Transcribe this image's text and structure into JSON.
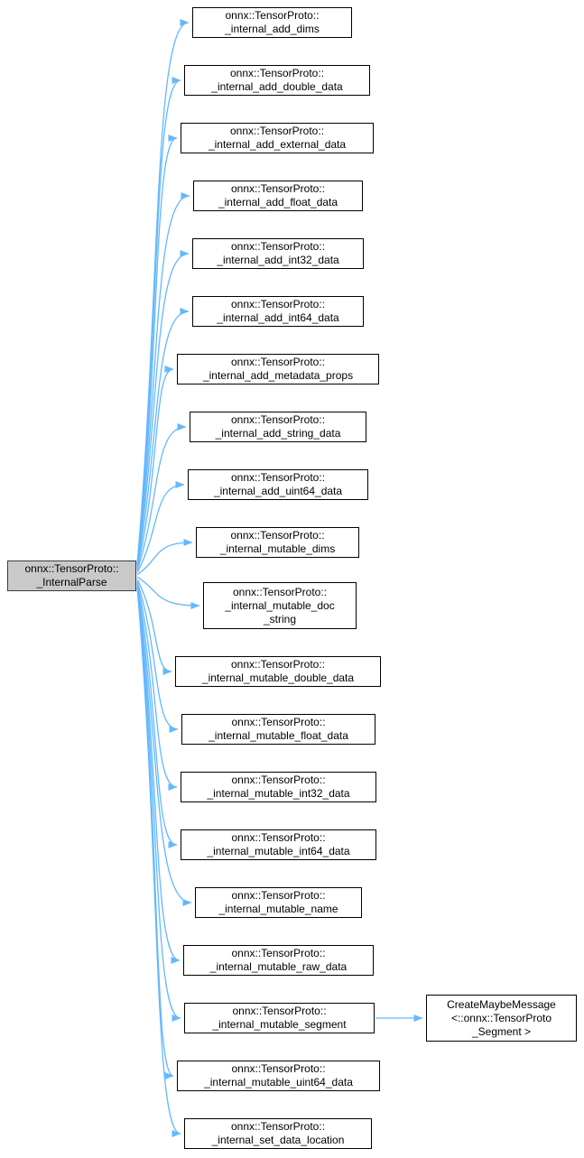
{
  "style": {
    "edge_color": "#63b8ff",
    "root_fill": "#c9c9c9",
    "node_fill": "#ffffff",
    "node_border": "#000000"
  },
  "root": {
    "lines": [
      "onnx::TensorProto::",
      "_InternalParse"
    ]
  },
  "nodes": [
    {
      "id": "add-dims",
      "lines": [
        "onnx::TensorProto::",
        "_internal_add_dims"
      ]
    },
    {
      "id": "add-double-data",
      "lines": [
        "onnx::TensorProto::",
        "_internal_add_double_data"
      ]
    },
    {
      "id": "add-external-data",
      "lines": [
        "onnx::TensorProto::",
        "_internal_add_external_data"
      ]
    },
    {
      "id": "add-float-data",
      "lines": [
        "onnx::TensorProto::",
        "_internal_add_float_data"
      ]
    },
    {
      "id": "add-int32-data",
      "lines": [
        "onnx::TensorProto::",
        "_internal_add_int32_data"
      ]
    },
    {
      "id": "add-int64-data",
      "lines": [
        "onnx::TensorProto::",
        "_internal_add_int64_data"
      ]
    },
    {
      "id": "add-metadata-props",
      "lines": [
        "onnx::TensorProto::",
        "_internal_add_metadata_props"
      ]
    },
    {
      "id": "add-string-data",
      "lines": [
        "onnx::TensorProto::",
        "_internal_add_string_data"
      ]
    },
    {
      "id": "add-uint64-data",
      "lines": [
        "onnx::TensorProto::",
        "_internal_add_uint64_data"
      ]
    },
    {
      "id": "mutable-dims",
      "lines": [
        "onnx::TensorProto::",
        "_internal_mutable_dims"
      ]
    },
    {
      "id": "mutable-doc-string",
      "lines": [
        "onnx::TensorProto::",
        "_internal_mutable_doc",
        "_string"
      ]
    },
    {
      "id": "mutable-double-data",
      "lines": [
        "onnx::TensorProto::",
        "_internal_mutable_double_data"
      ]
    },
    {
      "id": "mutable-float-data",
      "lines": [
        "onnx::TensorProto::",
        "_internal_mutable_float_data"
      ]
    },
    {
      "id": "mutable-int32-data",
      "lines": [
        "onnx::TensorProto::",
        "_internal_mutable_int32_data"
      ]
    },
    {
      "id": "mutable-int64-data",
      "lines": [
        "onnx::TensorProto::",
        "_internal_mutable_int64_data"
      ]
    },
    {
      "id": "mutable-name",
      "lines": [
        "onnx::TensorProto::",
        "_internal_mutable_name"
      ]
    },
    {
      "id": "mutable-raw-data",
      "lines": [
        "onnx::TensorProto::",
        "_internal_mutable_raw_data"
      ]
    },
    {
      "id": "mutable-segment",
      "lines": [
        "onnx::TensorProto::",
        "_internal_mutable_segment"
      ]
    },
    {
      "id": "create-maybe-message",
      "lines": [
        "CreateMaybeMessage",
        "<::onnx::TensorProto",
        "_Segment >"
      ]
    },
    {
      "id": "mutable-uint64-data",
      "lines": [
        "onnx::TensorProto::",
        "_internal_mutable_uint64_data"
      ]
    },
    {
      "id": "set-data-location",
      "lines": [
        "onnx::TensorProto::",
        "_internal_set_data_location"
      ]
    }
  ]
}
